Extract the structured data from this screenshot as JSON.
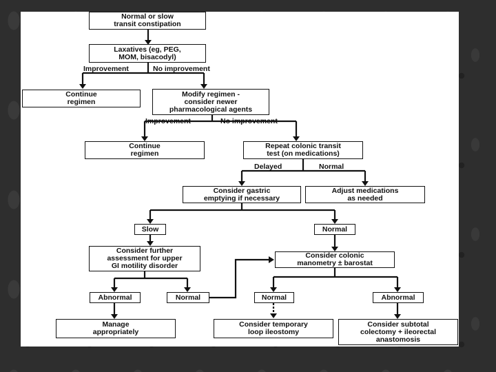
{
  "flowchart": {
    "nodes": {
      "start": "Normal or slow\ntransit constipation",
      "laxatives": "Laxatives (eg, PEG,\nMOM, bisacodyl)",
      "continue1": "Continue\nregimen",
      "modify": "Modify regimen -\nconsider newer\npharmacological agents",
      "continue2": "Continue\nregimen",
      "repeat_test": "Repeat colonic transit\ntest (on medications)",
      "gastric": "Consider gastric\nemptying if necessary",
      "adjust": "Adjust medications\nas needed",
      "slow": "Slow",
      "normal_right": "Normal",
      "upper_gi": "Consider further\nassessment for upper\nGI motility disorder",
      "manometry": "Consider colonic\nmanometry ± barostat",
      "abnormal_left": "Abnormal",
      "normal_left": "Normal",
      "normal_mid": "Normal",
      "abnormal_right": "Abnormal",
      "manage": "Manage\nappropriately",
      "ileostomy": "Consider temporary\nloop ileostomy",
      "colectomy": "Consider subtotal\ncolectomy + ileorectal\nanastomosis"
    },
    "edge_labels": {
      "improvement_1": "Improvement",
      "no_improvement_1": "No improvement",
      "improvement_2": "Improvement",
      "no_improvement_2": "No improvement",
      "delayed": "Delayed",
      "normal_transit": "Normal"
    }
  }
}
